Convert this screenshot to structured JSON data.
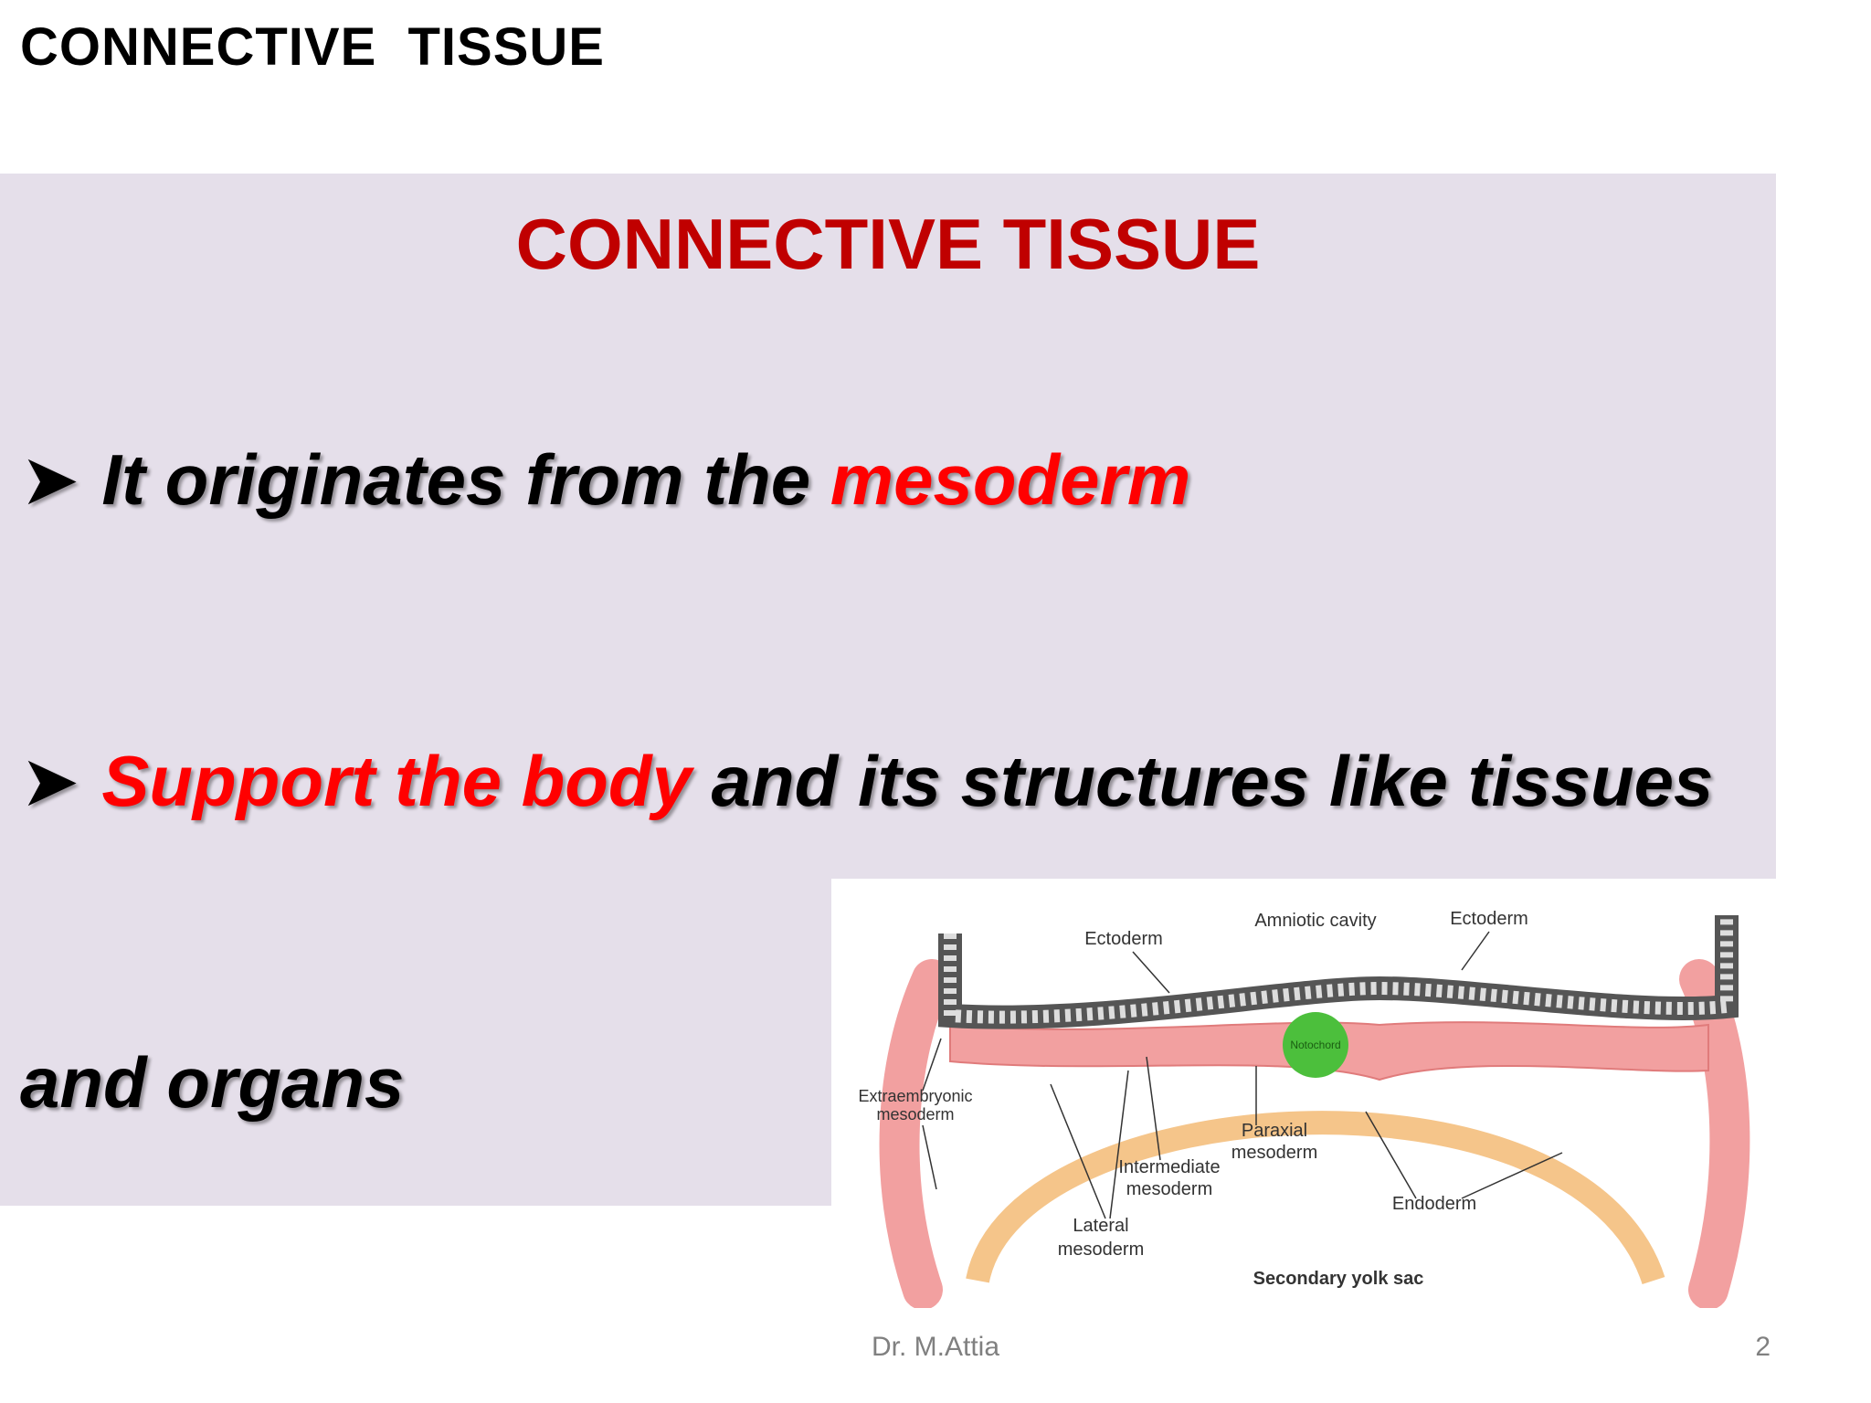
{
  "header": {
    "title": "CONNECTIVE  TISSUE"
  },
  "slide": {
    "title": "CONNECTIVE TISSUE",
    "bullets": [
      {
        "arrow": "➤",
        "text": "It originates from the ",
        "highlight": "mesoderm"
      },
      {
        "arrow": "➤",
        "highlight": "Support the body",
        "text": " and its structures like tissues"
      }
    ],
    "continuation": "and organs"
  },
  "figure": {
    "labels": {
      "ectoderm_left": "Ectoderm",
      "amniotic_cavity": "Amniotic cavity",
      "ectoderm_right": "Ectoderm",
      "notochord": "Notochord",
      "extraembryonic_1": "Extraembryonic",
      "extraembryonic_2": "mesoderm",
      "paraxial_1": "Paraxial",
      "paraxial_2": "mesoderm",
      "intermediate_1": "Intermediate",
      "intermediate_2": "mesoderm",
      "endoderm": "Endoderm",
      "lateral_1": "Lateral",
      "lateral_2": "mesoderm",
      "yolk_sac": "Secondary yolk sac"
    },
    "colors": {
      "mesoderm": "#f2a0a0",
      "endoderm": "#f5c58a",
      "notochord": "#4cbf3c",
      "ectoderm": "#555555"
    }
  },
  "footer": {
    "author": "Dr. M.Attia",
    "page": "2"
  }
}
